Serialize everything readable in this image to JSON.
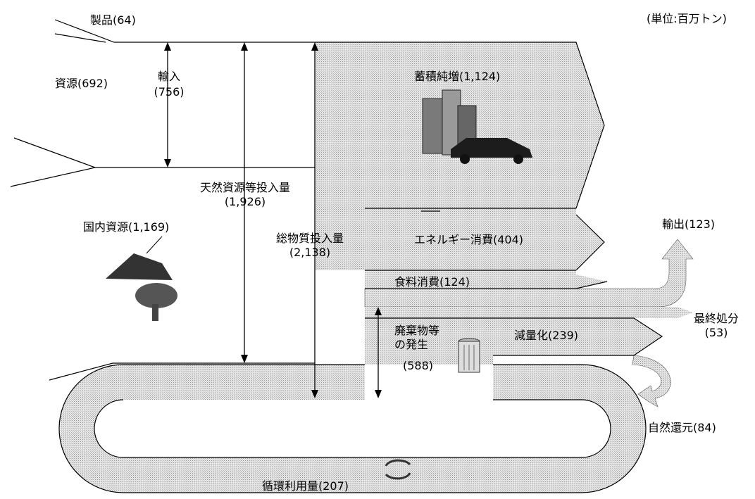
{
  "unit": "(単位:百万トン)",
  "labels": {
    "products": "製品(64)",
    "resources_import": "資源(692)",
    "import_title": "輸入",
    "import_value": "(756)",
    "natural_title": "天然資源等投入量",
    "natural_value": "(1,926)",
    "domestic": "国内資源(1,169)",
    "total_title": "総物質投入量",
    "total_value": "(2,138)",
    "stock": "蓄積純増(1,124)",
    "energy": "エネルギー消費(404)",
    "food": "食料消費(124)",
    "export": "輸出(123)",
    "waste_line1": "廃棄物等",
    "waste_line2": "の発生",
    "waste_value": "(588)",
    "reduction": "減量化(239)",
    "final_title": "最終処分",
    "final_value": "(53)",
    "natural_return": "自然還元(84)",
    "recycle": "循環利用量(207)"
  },
  "colors": {
    "flow_fill": "#d8d8d8",
    "line": "#000000"
  },
  "icons": [
    "buildings-car-icon",
    "resource-pile-tree-icon",
    "trash-bin-icon",
    "recycle-arrows-icon"
  ]
}
